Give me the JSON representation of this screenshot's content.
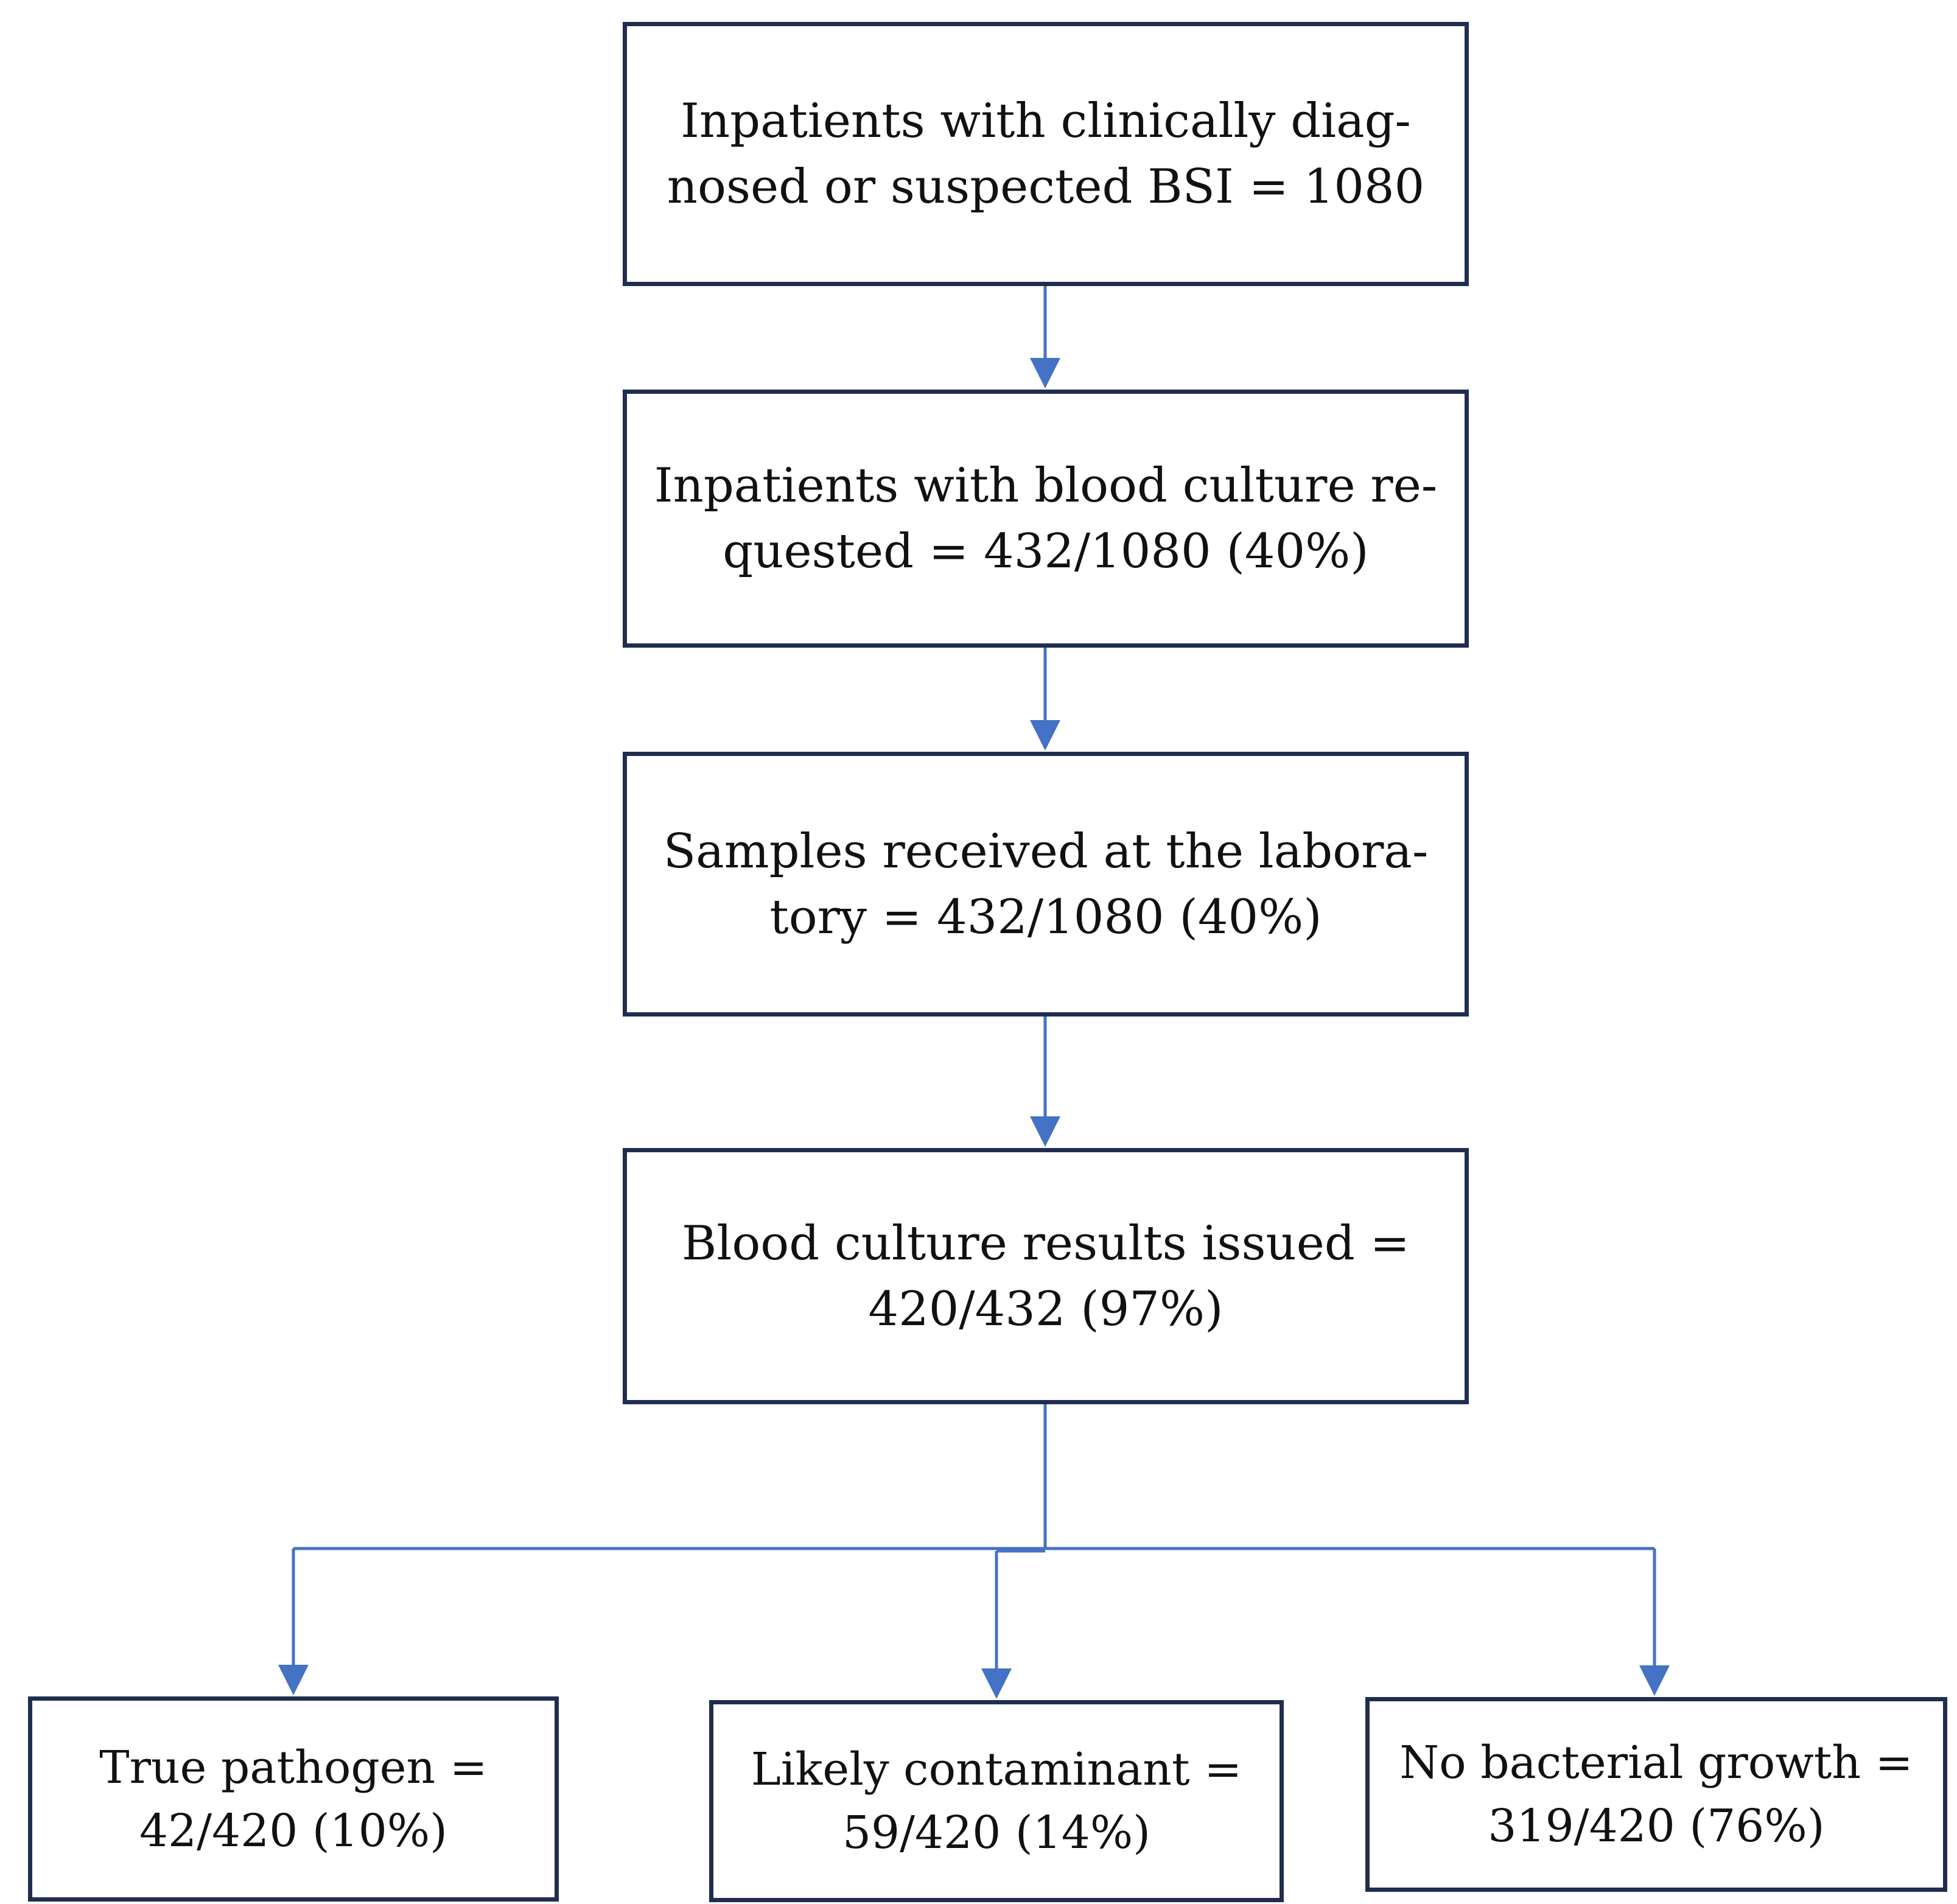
{
  "colors": {
    "box_border": "#1f2d4f",
    "arrow": "#4472c4",
    "text": "#111111"
  },
  "boxes": {
    "inpatients_bsi": {
      "line1": "Inpatients with clinically diag-",
      "line2": "nosed or suspected BSI = 1080"
    },
    "blood_culture_requested": {
      "line1": "Inpatients with blood culture re-",
      "line2": "quested = 432/1080 (40%)"
    },
    "samples_received": {
      "line1": "Samples received at the labora-",
      "line2": "tory = 432/1080 (40%)"
    },
    "results_issued": {
      "line1": "Blood culture results issued =",
      "line2": "420/432 (97%)"
    },
    "true_pathogen": {
      "line1": "True pathogen =",
      "line2": "42/420 (10%)"
    },
    "likely_contaminant": {
      "line1": "Likely contaminant =",
      "line2": "59/420 (14%)"
    },
    "no_growth": {
      "line1": "No bacterial growth =",
      "line2": "319/420 (76%)"
    }
  }
}
